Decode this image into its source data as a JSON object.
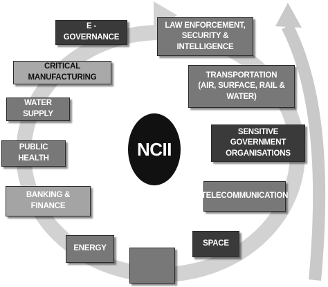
{
  "center": {
    "label": "NCII"
  },
  "sectors": {
    "e_governance": "E - GOVERNANCE",
    "law_enforcement": "LAW ENFORCEMENT,\nSECURITY & INTELLIGENCE",
    "critical_manufacturing": "CRITICAL MANUFACTURING",
    "transportation": "TRANSPORTATION\n(AIR, SURFACE, RAIL & WATER)",
    "water_supply": "WATER SUPPLY",
    "sensitive_government": "SENSITIVE GOVERNMENT\nORGANISATIONS",
    "public_health": "PUBLIC HEALTH",
    "telecommunication": "TELECOMMUNICATION",
    "banking_finance": "BANKING & FINANCE",
    "energy": "ENERGY",
    "space": "SPACE",
    "unlabeled": ""
  }
}
